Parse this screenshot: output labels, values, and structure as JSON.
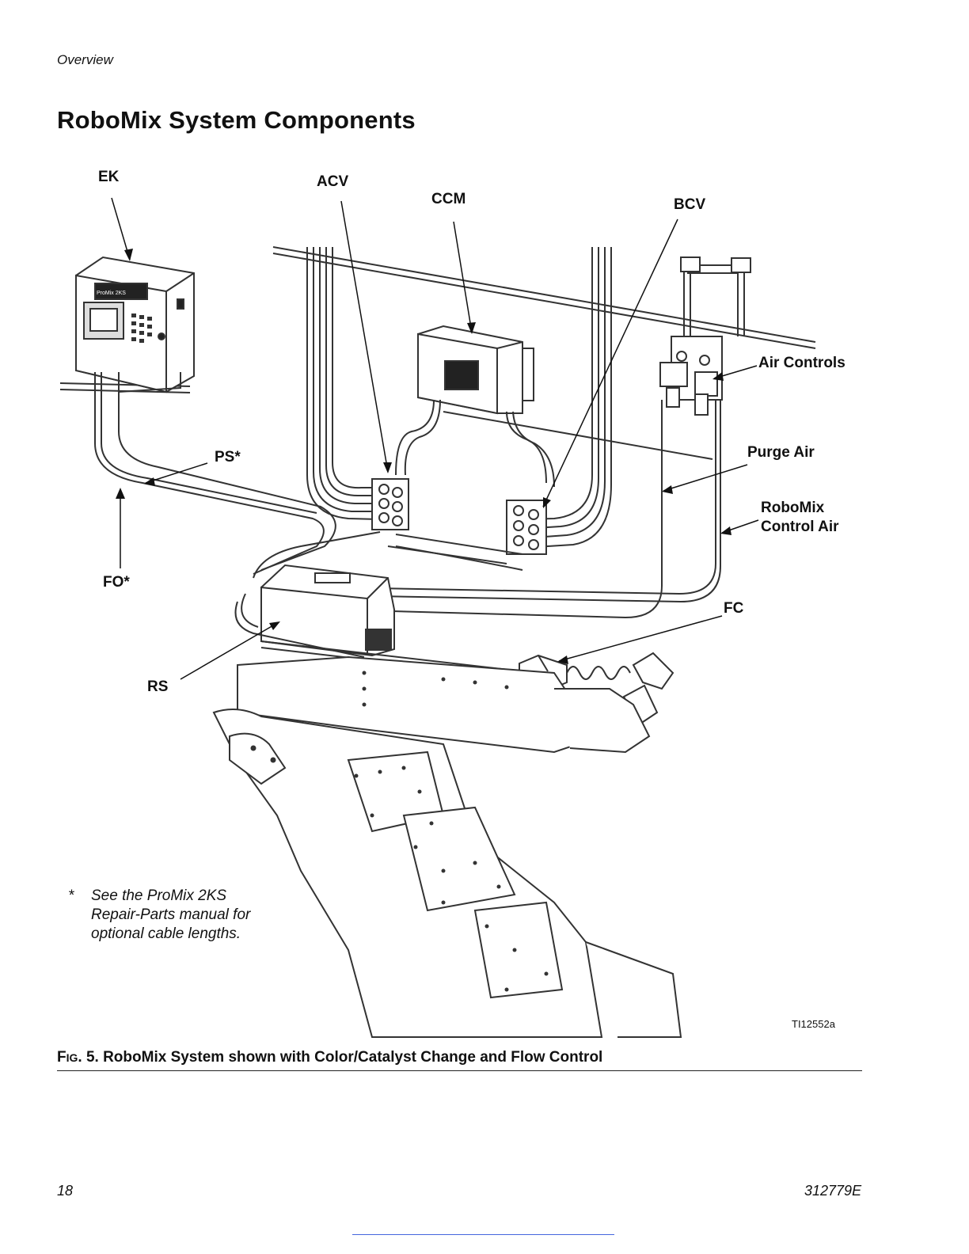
{
  "header": {
    "section": "Overview"
  },
  "page_title": "RoboMix System Components",
  "labels": {
    "ek": "EK",
    "acv": "ACV",
    "ccm": "CCM",
    "bcv": "BCV",
    "air_controls": "Air Controls",
    "purge_air": "Purge Air",
    "robomix_control_air_line1": "RoboMix",
    "robomix_control_air_line2": "Control Air",
    "ps": "PS*",
    "fo": "FO*",
    "fc": "FC",
    "rs": "RS"
  },
  "controller_display": {
    "brand_label": "ProMix 2KS"
  },
  "footnote": {
    "marker": "*",
    "line1": "See the ProMix 2KS",
    "line2": "Repair-Parts manual for",
    "line3": "optional cable lengths."
  },
  "drawing_id": "TI12552a",
  "caption": {
    "fig_prefix_cap": "F",
    "fig_prefix_small": "IG",
    "fig_number": ". 5. ",
    "text": "RoboMix System shown with Color/Catalyst Change and Flow Control"
  },
  "footer": {
    "page_number": "18",
    "doc_number": "312779E"
  }
}
